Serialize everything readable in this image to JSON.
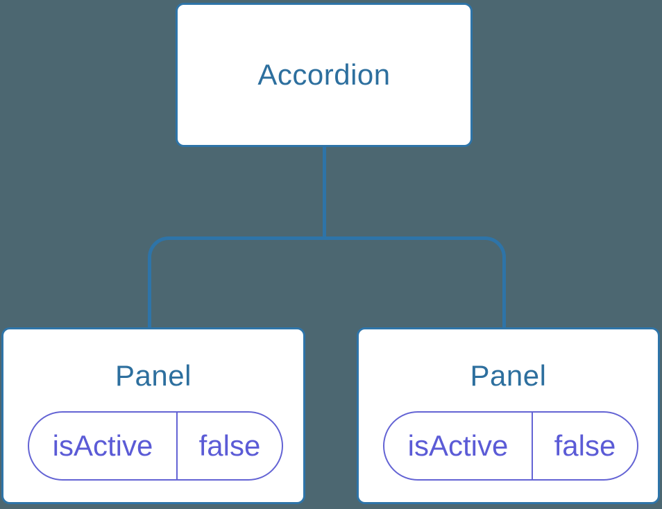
{
  "diagram": {
    "description": "Component tree diagram: Accordion parent with two Panel children, each holding isActive state set to false",
    "root": {
      "label": "Accordion"
    },
    "children": [
      {
        "label": "Panel",
        "state": {
          "name": "isActive",
          "value": "false"
        }
      },
      {
        "label": "Panel",
        "state": {
          "name": "isActive",
          "value": "false"
        }
      }
    ]
  },
  "colors": {
    "background": "#4C6771",
    "node_fill": "#FFFFFF",
    "node_border": "#2E74A8",
    "node_label_text": "#2D6F9E",
    "connector_line": "#2E74A8",
    "state_text": "#5B5BD6",
    "state_border": "#6363D4"
  }
}
